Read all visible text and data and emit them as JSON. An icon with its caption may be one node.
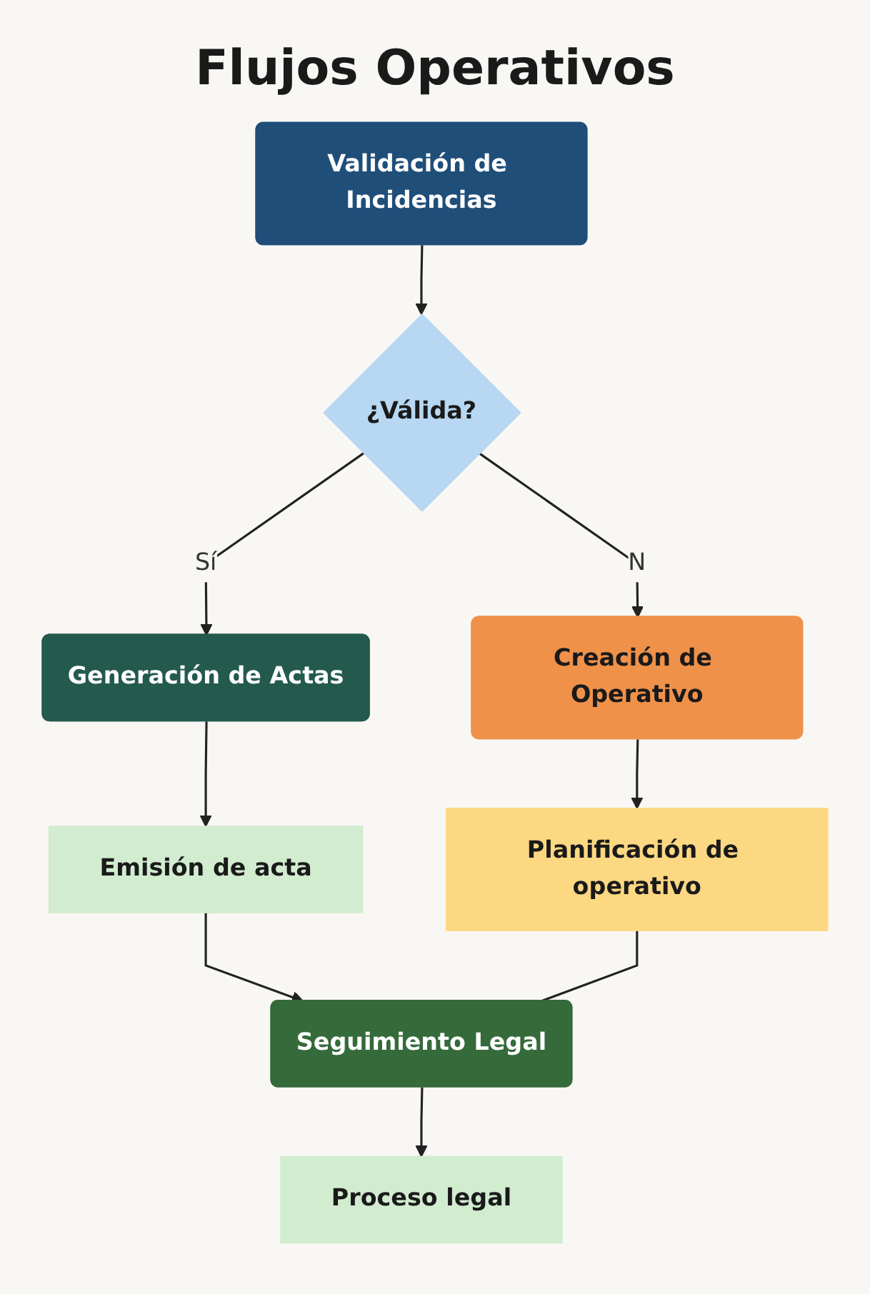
{
  "diagram": {
    "title": "Flujos Operativos",
    "nodes": [
      {
        "text": [
          "Validación de Incidencias"
        ]
      },
      {
        "text": [
          "¿Válida?"
        ]
      },
      {
        "text": [
          "Creación de Operativo"
        ]
      },
      {
        "text": [
          "Planificación de operativo"
        ]
      },
      {
        "text": [
          "Generación de Actas"
        ]
      },
      {
        "text": [
          "Emisión de acta"
        ]
      },
      {
        "text": [
          "Seguimiento Legal"
        ]
      },
      {
        "text": [
          "Proceso legal"
        ]
      }
    ],
    "edges": [
      {
        "from": 0,
        "to": 1,
        "arrow": "to"
      },
      {
        "from": 1,
        "to": 2,
        "arrow": "to",
        "label": "N"
      },
      {
        "from": 1,
        "to": 4,
        "arrow": "to",
        "label": "Sí"
      },
      {
        "from": 2,
        "to": 3,
        "arrow": "to"
      },
      {
        "from": 4,
        "to": 5,
        "arrow": "to"
      },
      {
        "from": 5,
        "to": 6,
        "arrow": "to"
      },
      {
        "from": 3,
        "to": 6,
        "arrow": "none"
      },
      {
        "from": 6,
        "to": 7,
        "arrow": "to"
      }
    ]
  }
}
